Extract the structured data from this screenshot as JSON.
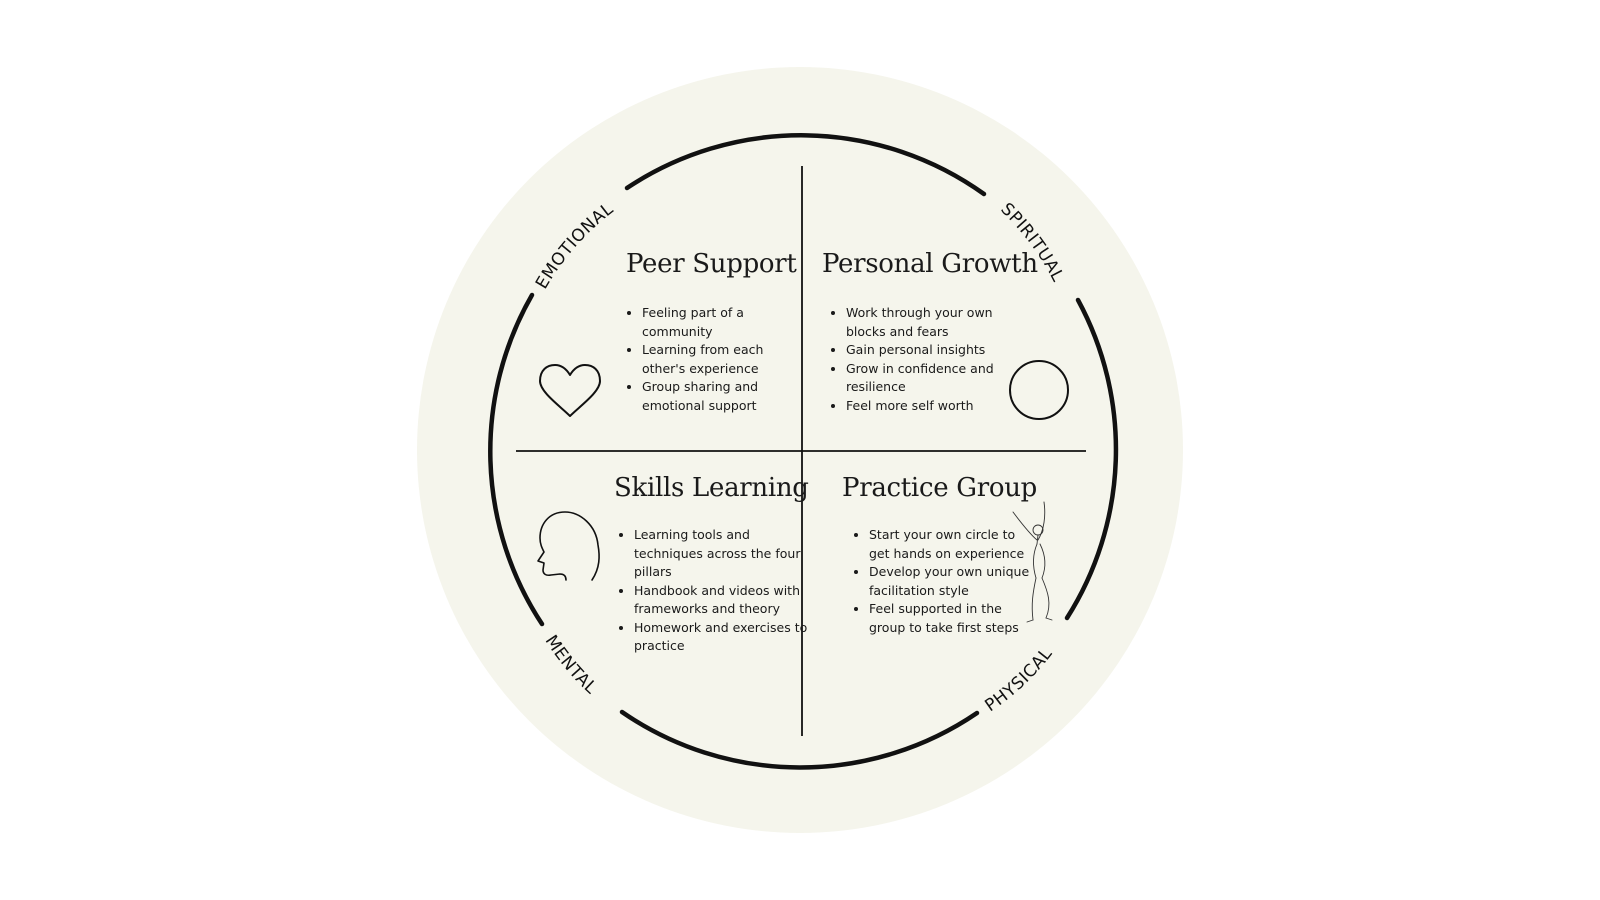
{
  "dimensions": {
    "emotional": "EMOTIONAL",
    "spiritual": "SPIRITUAL",
    "mental": "MENTAL",
    "physical": "PHYSICAL"
  },
  "quadrants": {
    "peer_support": {
      "title": "Peer Support",
      "icon": "heart-icon",
      "items": [
        "Feeling part of a community",
        "Learning from each other's experience",
        "Group sharing and emotional support"
      ]
    },
    "personal_growth": {
      "title": "Personal Growth",
      "icon": "circle-icon",
      "items": [
        "Work through your own blocks and fears",
        "Gain personal insights",
        "Grow in confidence and resilience",
        "Feel more self worth"
      ]
    },
    "skills_learning": {
      "title": "Skills Learning",
      "icon": "head-profile-icon",
      "items": [
        "Learning tools and techniques across the four pillars",
        "Handbook and videos with frameworks and theory",
        "Homework and exercises to practice"
      ]
    },
    "practice_group": {
      "title": "Practice Group",
      "icon": "dancing-figure-icon",
      "items": [
        "Start your own circle to get hands on experience",
        "Develop your own unique facilitation style",
        "Feel supported in the group to take first steps"
      ]
    }
  },
  "colors": {
    "background_disc": "#f5f5ec",
    "stroke": "#111111",
    "page": "#ffffff"
  }
}
